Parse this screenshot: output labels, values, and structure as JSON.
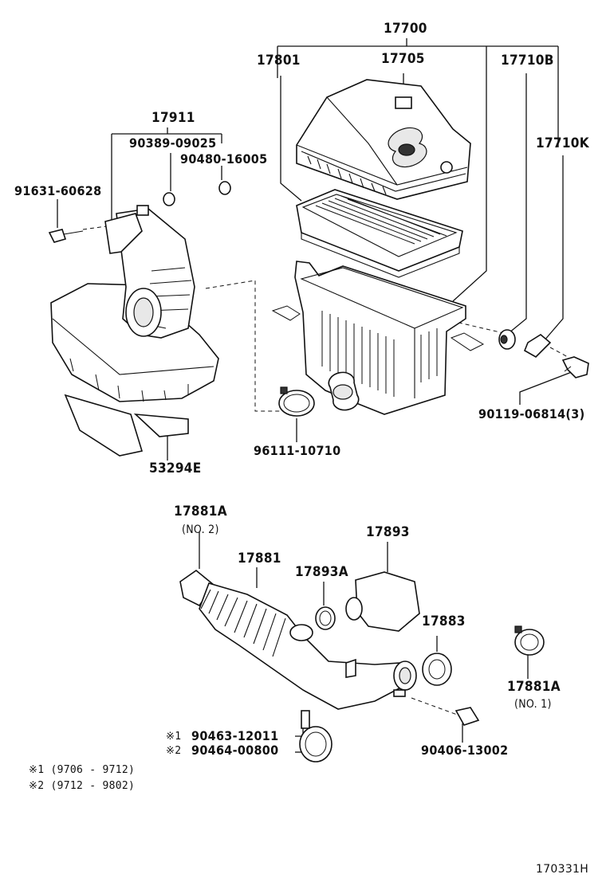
{
  "diagram": {
    "figure_code": "170331H",
    "parts": {
      "assy_17700": "17700",
      "p17705": "17705",
      "p17801": "17801",
      "p17710B": "17710B",
      "p17710K": "17710K",
      "p17911": "17911",
      "p90389": "90389-09025",
      "p90480": "90480-16005",
      "p91631": "91631-60628",
      "p53294E": "53294E",
      "p96111": "96111-10710",
      "p90119": "90119-06814(3)",
      "p17881A_no2": "17881A",
      "p17881A_no2_sub": "(NO. 2)",
      "p17881": "17881",
      "p17893A": "17893A",
      "p17893": "17893",
      "p17883": "17883",
      "p17881A_no1": "17881A",
      "p17881A_no1_sub": "(NO. 1)",
      "p90463": "90463-12011",
      "p90464": "90464-00800",
      "p90406": "90406-13002"
    },
    "marks": {
      "m1": "※1",
      "m2": "※2"
    },
    "notes": {
      "note1": "※1 (9706 - 9712)",
      "note2": "※2 (9712 - 9802)"
    }
  }
}
